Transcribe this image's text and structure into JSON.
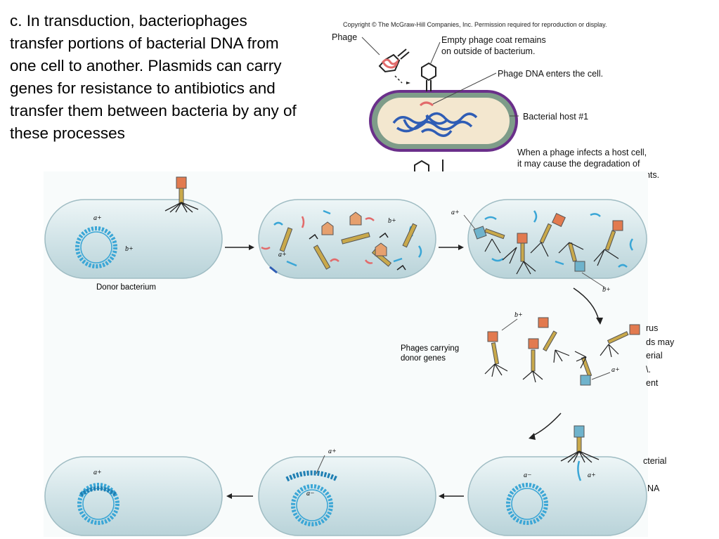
{
  "slide": {
    "body_text": "c. In transduction, bacteriophages transfer portions of bacterial DNA from one cell to another. Plasmids can carry genes for resistance to antibiotics and transfer them between bacteria by any of these processes"
  },
  "top_figure": {
    "copyright": "Copyright © The McGraw-Hill Companies, Inc. Permission required for reproduction or display.",
    "phage_label": "Phage",
    "empty_coat_label_1": "Empty phage coat remains",
    "empty_coat_label_2": "on outside of bacterium.",
    "dna_enters_label": "Phage DNA enters the cell.",
    "host_label": "Bacterial host #1",
    "caption_1": "When a phage infects a host cell,",
    "caption_2": "it may cause the degradation of",
    "caption_3": "ents."
  },
  "bottom_figure": {
    "donor_label": "Donor bacterium",
    "phages_carrying_1": "Phages carrying",
    "phages_carrying_2": "donor genes",
    "a_plus": "a+",
    "b_plus": "b+",
    "a_minus": "a−",
    "cut_text": [
      "rus",
      "ds may",
      "erial",
      "\\.",
      "ent"
    ],
    "cut_text_2": "cterial",
    "cut_text_3": "NA"
  },
  "colors": {
    "cell_fill": "#d7e7ea",
    "cell_outline": "#7fa8b1",
    "plasmid_blue": "#3aa6d6",
    "host_purple": "#6a2f8a",
    "host_green": "#7e9c89",
    "host_cytoplasm": "#f3e7cf",
    "dna_blue": "#2f5db5",
    "phage_orange": "#e27a4f",
    "phage_tail": "#c9a94b",
    "red_dna": "#e26b6b"
  }
}
